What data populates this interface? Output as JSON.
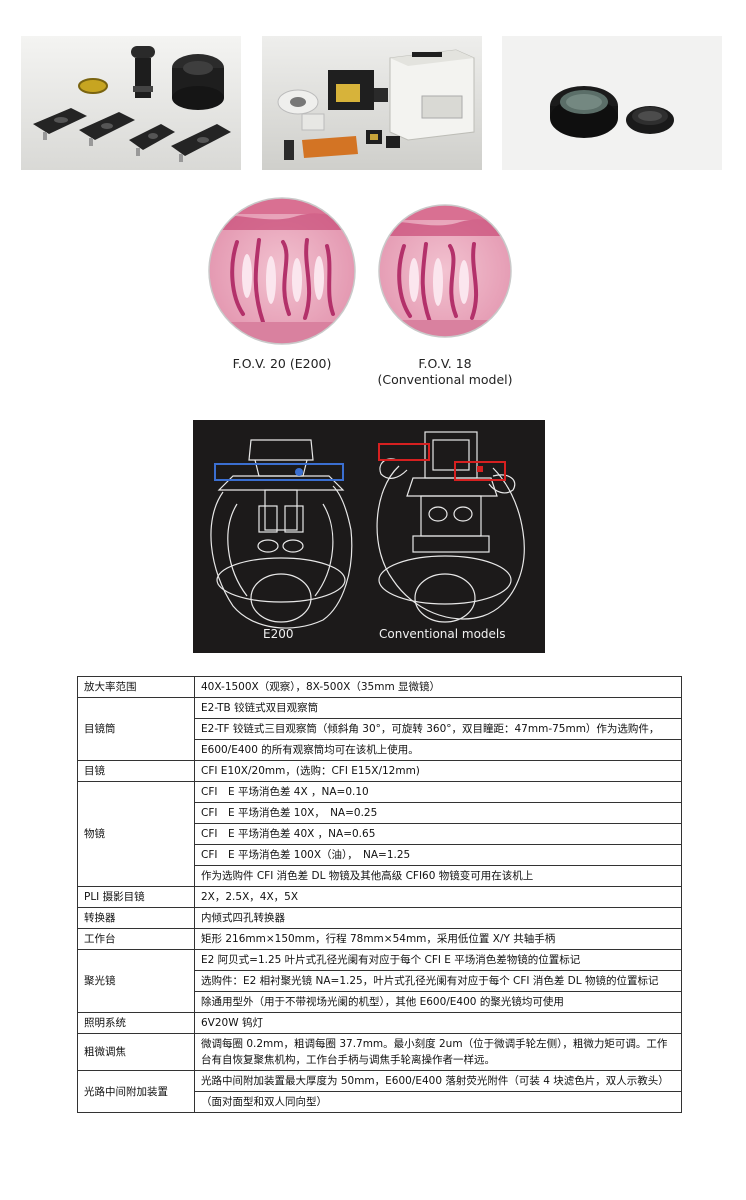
{
  "photos": [
    {
      "name": "accessory-sliders-photo"
    },
    {
      "name": "fluorescence-lamphouse-photo"
    },
    {
      "name": "filter-ring-photo"
    }
  ],
  "fov": [
    {
      "caption_line1": "F.O.V. 20 (E200)",
      "caption_line2": ""
    },
    {
      "caption_line1": "F.O.V. 18",
      "caption_line2": "(Conventional model)"
    }
  ],
  "diagram": {
    "left_label": "E200",
    "right_label": "Conventional models",
    "colors": {
      "highlight_blue": "#3b6fd1",
      "highlight_red": "#d62020",
      "background": "#1c1a1a"
    }
  },
  "specs": {
    "magnification": {
      "label": "放大率范围",
      "value": "40X-1500X（观察），8X-500X（35mm 显微镜）"
    },
    "eyepiece_tube": {
      "label": "目镜筒",
      "rows": [
        "E2-TB 铰链式双目观察筒",
        "E2-TF 铰链式三目观察筒（倾斜角 30°，可旋转 360°，双目瞳距：47mm-75mm）作为选购件，",
        "E600/E400 的所有观察筒均可在该机上使用。"
      ]
    },
    "eyepiece": {
      "label": "目镜",
      "value": "CFI E10X/20mm，(选购：CFI E15X/12mm)"
    },
    "objective": {
      "label": "物镜",
      "rows": [
        "CFI　E 平场消色差 4X ，NA=0.10",
        "CFI　E 平场消色差 10X，　NA=0.25",
        "CFI　E 平场消色差 40X ，NA=0.65",
        "CFI　E 平场消色差 100X（油），　NA=1.25",
        "作为选购件 CFI 消色差 DL 物镜及其他高级 CFI60 物镜变可用在该机上"
      ]
    },
    "pli": {
      "label": "PLI 摄影目镜",
      "value": "2X，2.5X，4X，5X"
    },
    "nosepiece": {
      "label": "转换器",
      "value": "内倾式四孔转换器"
    },
    "stage": {
      "label": "工作台",
      "value": "矩形 216mm×150mm，行程 78mm×54mm，采用低位置 X/Y 共轴手柄"
    },
    "condenser": {
      "label": "聚光镜",
      "rows": [
        "E2 阿贝式=1.25 叶片式孔径光阑有对应于每个 CFI E 平场消色差物镜的位置标记",
        "选购件：E2 相衬聚光镜 NA=1.25，叶片式孔径光阑有对应于每个 CFI 消色差 DL 物镜的位置标记",
        "除通用型外（用于不带视场光阑的机型），其他 E600/E400 的聚光镜均可使用"
      ]
    },
    "illumination": {
      "label": "照明系统",
      "value": "6V20W 钨灯"
    },
    "focus": {
      "label": "粗微调焦",
      "value": "微调每圈 0.2mm，粗调每圈 37.7mm。最小刻度 2um（位于微调手轮左侧），粗微力矩可调。工作台有自恢复聚焦机构，工作台手柄与调焦手轮离操作者一样远。"
    },
    "intermediate": {
      "label": "光路中间附加装置",
      "rows": [
        "光路中间附加装置最大厚度为 50mm，E600/E400 落射荧光附件（可装 4 块滤色片，双人示教头）",
        "（面对面型和双人同向型）"
      ]
    }
  }
}
